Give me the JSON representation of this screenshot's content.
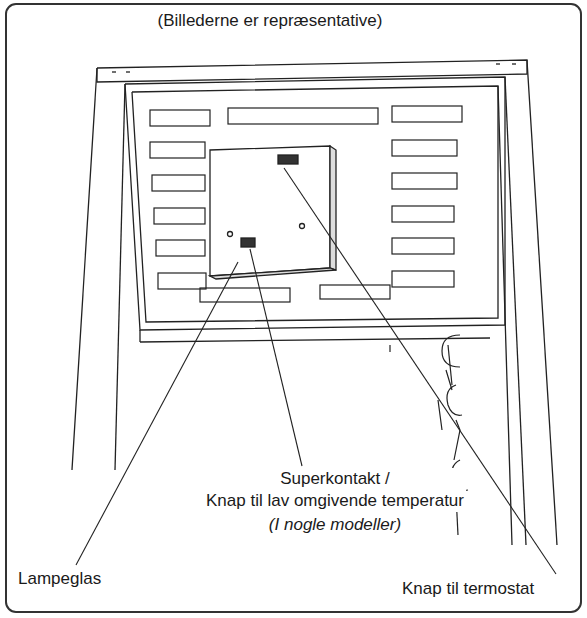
{
  "diagram": {
    "labels": [
      "(Billederne er repræsentative)",
      "Superkontakt / Knap til lav omgivende temperatur",
      "(I nogle modeller)",
      "Lampeglas",
      "Knap til termostat"
    ]
  }
}
